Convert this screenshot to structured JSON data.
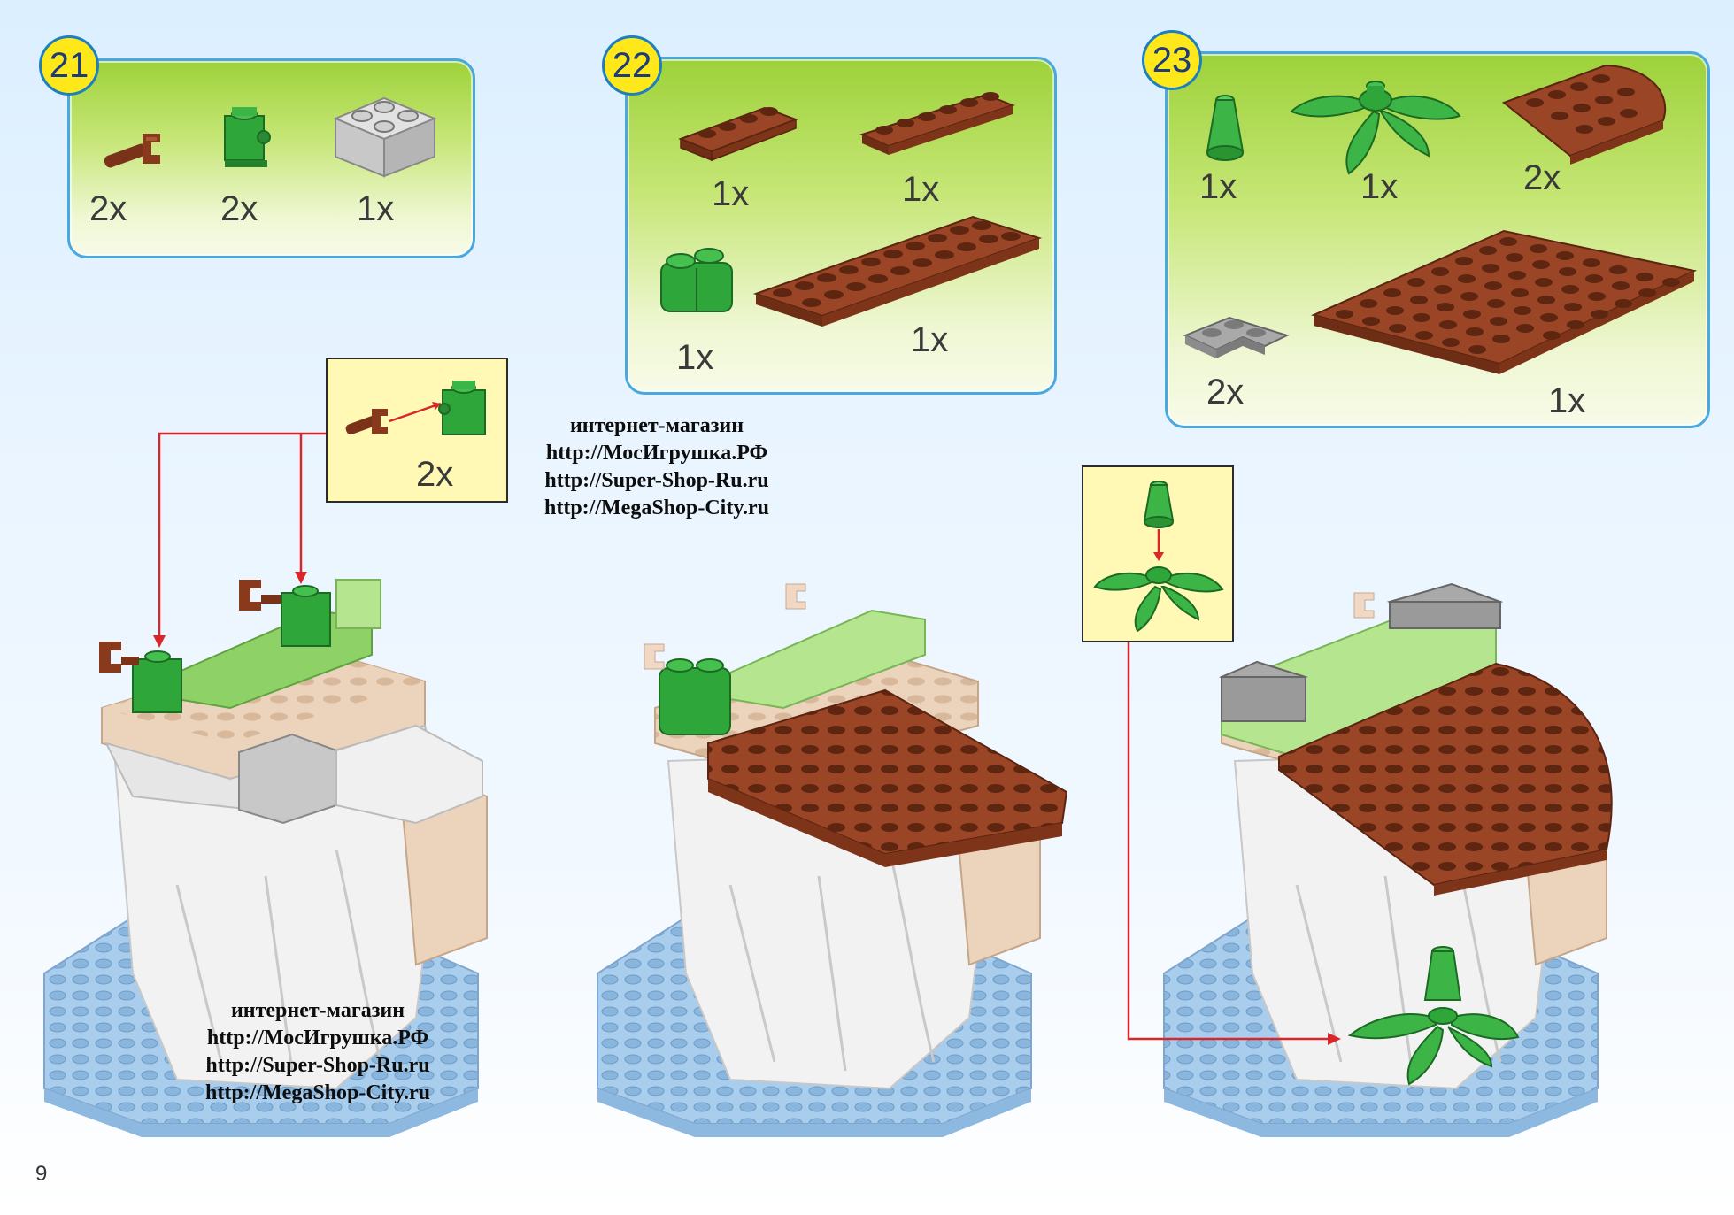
{
  "steps": [
    {
      "number": "21",
      "parts": [
        {
          "qty": "2x",
          "icon": "brown-clip-icon"
        },
        {
          "qty": "2x",
          "icon": "green-brick-clip-icon"
        },
        {
          "qty": "1x",
          "icon": "light-gray-brick-2x2-icon"
        }
      ]
    },
    {
      "number": "22",
      "parts": [
        {
          "qty": "1x",
          "icon": "brown-plate-1x4-icon"
        },
        {
          "qty": "1x",
          "icon": "brown-plate-1x6-icon"
        },
        {
          "qty": "1x",
          "icon": "green-brick-1x2-icon"
        },
        {
          "qty": "1x",
          "icon": "brown-plate-2x10-icon"
        }
      ]
    },
    {
      "number": "23",
      "parts": [
        {
          "qty": "1x",
          "icon": "green-cone-icon"
        },
        {
          "qty": "1x",
          "icon": "palm-leaves-icon"
        },
        {
          "qty": "2x",
          "icon": "brown-wedge-plate-icon"
        },
        {
          "qty": "2x",
          "icon": "gray-corner-plate-icon"
        },
        {
          "qty": "1x",
          "icon": "brown-plate-8x10-icon"
        }
      ]
    }
  ],
  "sub_assembly_21": {
    "qty": "2x"
  },
  "watermark": {
    "lines": [
      "интернет-магазин",
      "http://МосИгрушка.РФ",
      "http://Super-Shop-Ru.ru",
      "http://MegaShop-City.ru"
    ]
  },
  "page_number": "9",
  "colors": {
    "panel_border": "#4aa8e0",
    "panel_green": "#9dd23a",
    "badge": "#ffe81a",
    "brick_brown": "#8a3a1c",
    "brick_green": "#2fa63a",
    "brick_gray": "#9a9a9a",
    "arrow_red": "#d8262a",
    "base_blue": "#a9cdec"
  }
}
